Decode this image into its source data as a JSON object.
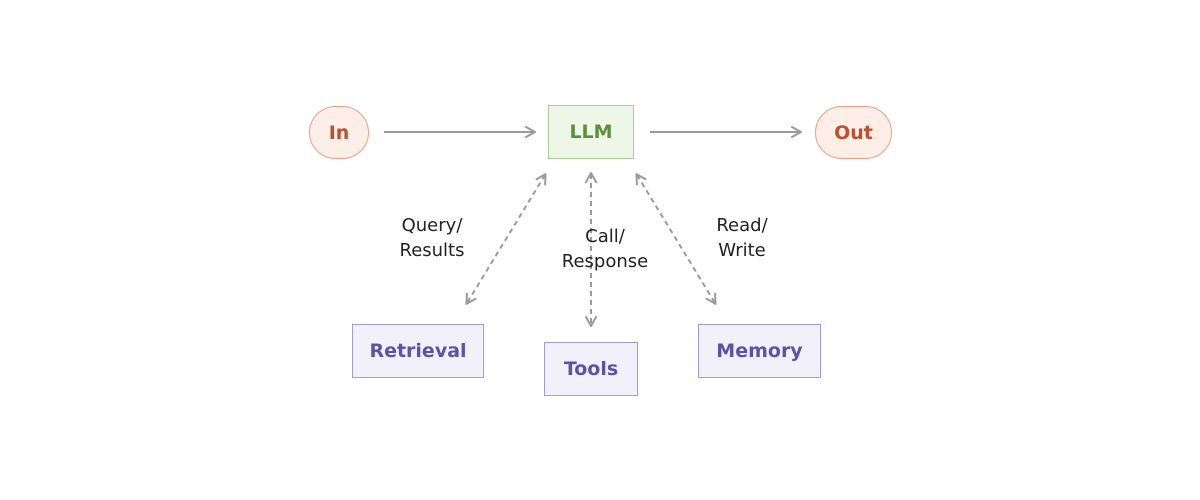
{
  "diagram": {
    "nodes": {
      "input": "In",
      "llm": "LLM",
      "output": "Out",
      "retrieval": "Retrieval",
      "tools": "Tools",
      "memory": "Memory"
    },
    "edges": {
      "retrieval": {
        "line1": "Query/",
        "line2": "Results"
      },
      "tools": {
        "line1": "Call/",
        "line2": "Response"
      },
      "memory": {
        "line1": "Read/",
        "line2": "Write"
      }
    },
    "colors": {
      "io_fill": "#fdeee8",
      "io_stroke": "#e9a08a",
      "io_text": "#b9522e",
      "llm_fill": "#eef6e8",
      "llm_stroke": "#a9cf94",
      "llm_text": "#5b8f3a",
      "aux_fill": "#f2f0fb",
      "aux_stroke": "#a69ad8",
      "aux_text": "#5f52a6",
      "arrow": "#9a9a9a"
    }
  }
}
